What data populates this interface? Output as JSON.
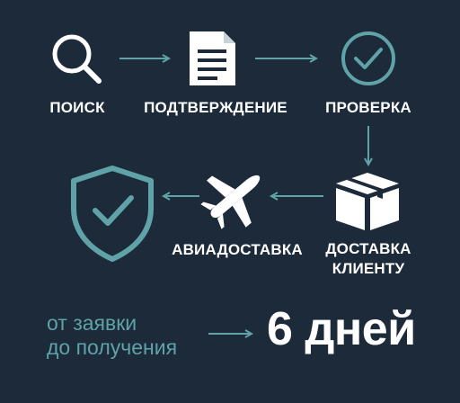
{
  "steps": {
    "search": {
      "label": "ПОИСК",
      "icon": "search-icon"
    },
    "confirmation": {
      "label": "ПОДТВЕРЖДЕНИЕ",
      "icon": "document-icon"
    },
    "check": {
      "label": "ПРОВЕРКА",
      "icon": "check-circle-icon"
    },
    "client_delivery": {
      "label_line1": "ДОСТАВКА",
      "label_line2": "КЛИЕНТУ",
      "icon": "box-icon"
    },
    "air_delivery": {
      "label": "АВИАДОСТАВКА",
      "icon": "airplane-icon"
    },
    "protected": {
      "icon": "shield-check-icon"
    }
  },
  "summary": {
    "line1": "от заявки",
    "line2": "до получения",
    "result": "6 дней"
  },
  "colors": {
    "background": "#1c2a3a",
    "accent": "#5fa3a8",
    "text": "#ffffff"
  }
}
